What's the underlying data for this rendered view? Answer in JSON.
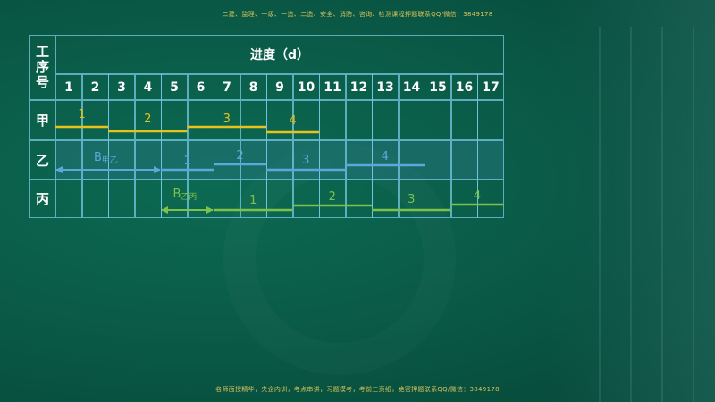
{
  "banner_top": "二建、监理、一级、一造、二造、安全、消防、咨询、检测课程押题联系QQ/微信：3849178",
  "banner_bottom": "名师面授精华，央企内训，考点串讲，习题模考，考前三页纸，绝密押题联系QQ/微信：3849178",
  "table": {
    "process_header": [
      "工",
      "序",
      "号"
    ],
    "progress_header": "进度（d）",
    "days": [
      "1",
      "2",
      "3",
      "4",
      "5",
      "6",
      "7",
      "8",
      "9",
      "10",
      "11",
      "12",
      "13",
      "14",
      "15",
      "16",
      "17"
    ],
    "rows": [
      "甲",
      "乙",
      "丙"
    ]
  },
  "colors": {
    "jia": "#e8c21a",
    "yi": "#5aa8dc",
    "bing": "#7cc24a"
  },
  "schedule": {
    "jia": [
      {
        "label": "1",
        "start": 0,
        "end": 2
      },
      {
        "label": "2",
        "start": 2,
        "end": 5
      },
      {
        "label": "3",
        "start": 5,
        "end": 8
      },
      {
        "label": "4",
        "start": 8,
        "end": 10
      }
    ],
    "yi": [
      {
        "label": "1",
        "start": 4,
        "end": 6
      },
      {
        "label": "2",
        "start": 6,
        "end": 8
      },
      {
        "label": "3",
        "start": 8,
        "end": 11
      },
      {
        "label": "4",
        "start": 11,
        "end": 14
      }
    ],
    "bing": [
      {
        "label": "1",
        "start": 6,
        "end": 9
      },
      {
        "label": "2",
        "start": 9,
        "end": 12
      },
      {
        "label": "3",
        "start": 12,
        "end": 15
      },
      {
        "label": "4",
        "start": 15,
        "end": 17
      }
    ]
  },
  "intervals": [
    {
      "main": "B",
      "sub": "甲乙",
      "row": "yi",
      "start": 0,
      "end": 4
    },
    {
      "main": "B",
      "sub": "乙丙",
      "row": "bing",
      "start": 4,
      "end": 6
    }
  ]
}
